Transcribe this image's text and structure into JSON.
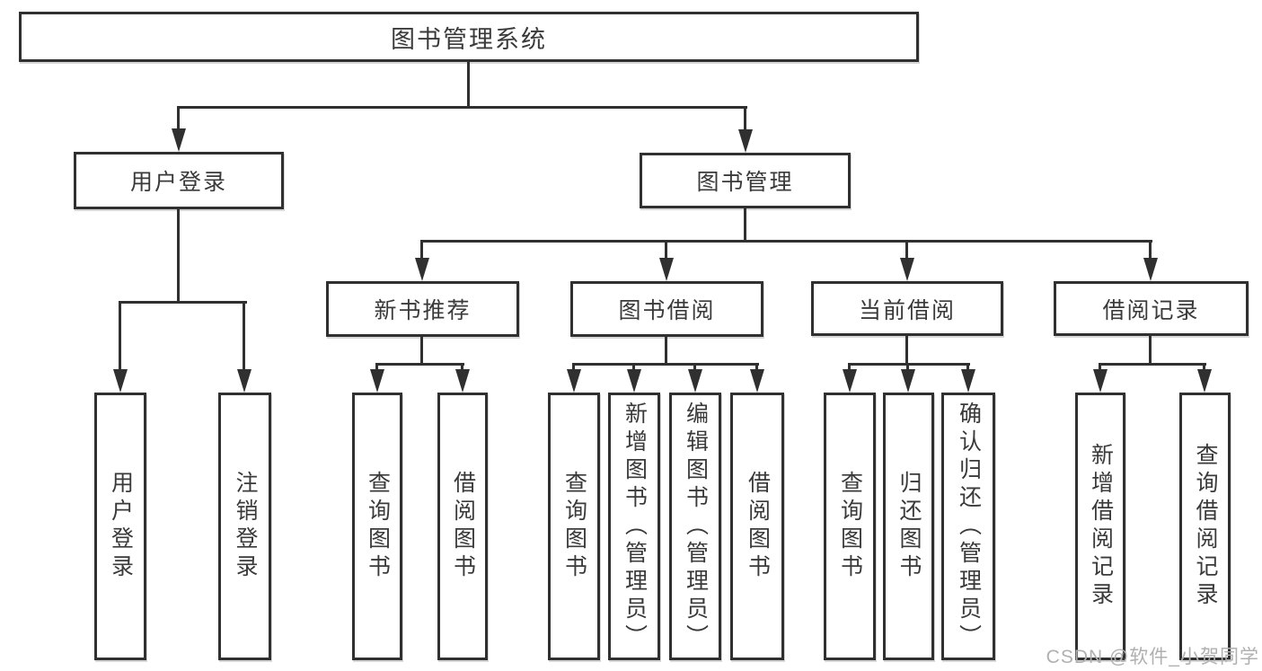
{
  "diagram": {
    "root": {
      "label": "图书管理系统",
      "children": [
        {
          "label": "用户登录",
          "children": [
            {
              "label": "用户登录"
            },
            {
              "label": "注销登录"
            }
          ]
        },
        {
          "label": "图书管理",
          "children": [
            {
              "label": "新书推荐",
              "children": [
                {
                  "label": "查询图书"
                },
                {
                  "label": "借阅图书"
                }
              ]
            },
            {
              "label": "图书借阅",
              "children": [
                {
                  "label": "查询图书"
                },
                {
                  "label": "新增图书（管理员）"
                },
                {
                  "label": "编辑图书（管理员）"
                },
                {
                  "label": "借阅图书"
                }
              ]
            },
            {
              "label": "当前借阅",
              "children": [
                {
                  "label": "查询图书"
                },
                {
                  "label": "归还图书"
                },
                {
                  "label": "确认归还（管理员）"
                }
              ]
            },
            {
              "label": "借阅记录",
              "children": [
                {
                  "label": "新增借阅记录"
                },
                {
                  "label": "查询借阅记录"
                }
              ]
            }
          ]
        }
      ]
    }
  },
  "watermark": {
    "text": "CSDN @软件_小贺同学"
  },
  "colors": {
    "line": "#303030",
    "text": "#3a3a3a",
    "watermark": "#b0b0b0",
    "background": "#ffffff"
  }
}
